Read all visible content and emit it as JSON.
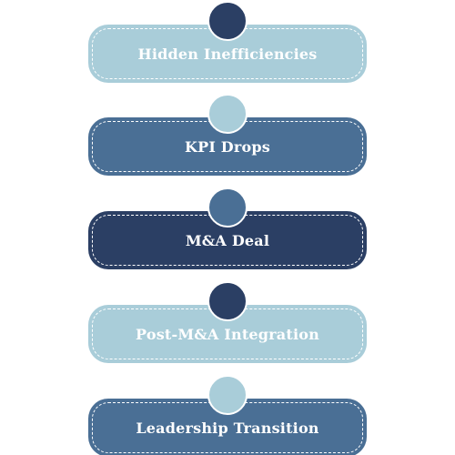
{
  "colors": {
    "light": "#a9cdd9",
    "medium": "#4a6f95",
    "dark": "#2b3f64"
  },
  "steps": [
    {
      "label": "Hidden Inefficiencies",
      "box_color": "#a9cdd9",
      "dot_color": "#2b3f64"
    },
    {
      "label": "KPI Drops",
      "box_color": "#4a6f95",
      "dot_color": "#a9cdd9"
    },
    {
      "label": "M&A Deal",
      "box_color": "#2b3f64",
      "dot_color": "#4a6f95"
    },
    {
      "label": "Post-M&A Integration",
      "box_color": "#a9cdd9",
      "dot_color": "#2b3f64"
    },
    {
      "label": "Leadership Transition",
      "box_color": "#4a6f95",
      "dot_color": "#a9cdd9"
    }
  ]
}
